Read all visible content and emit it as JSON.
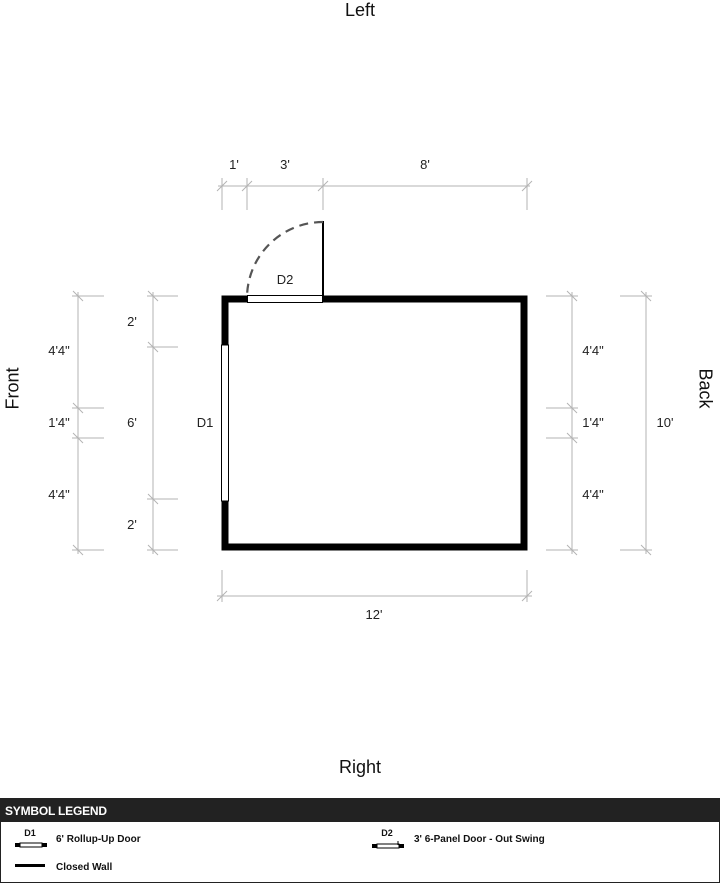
{
  "sides": {
    "left": "Left",
    "right": "Right",
    "front": "Front",
    "back": "Back"
  },
  "dims": {
    "top": [
      "1'",
      "3'",
      "8'"
    ],
    "bottom": "12'",
    "front_outer": [
      "4'4\"",
      "1'4\"",
      "4'4\""
    ],
    "front_inner": [
      "2'",
      "6'",
      "2'"
    ],
    "back_outer": [
      "4'4\"",
      "1'4\"",
      "4'4\""
    ],
    "back_total": "10'"
  },
  "openings": {
    "d1": "D1",
    "d2": "D2"
  },
  "legend": {
    "title": "SYMBOL LEGEND",
    "items": [
      {
        "code": "D1",
        "label": "6' Rollup-Up Door"
      },
      {
        "code": "D2",
        "label": "3' 6-Panel Door - Out Swing"
      },
      {
        "code": "",
        "label": "Closed Wall"
      }
    ]
  }
}
